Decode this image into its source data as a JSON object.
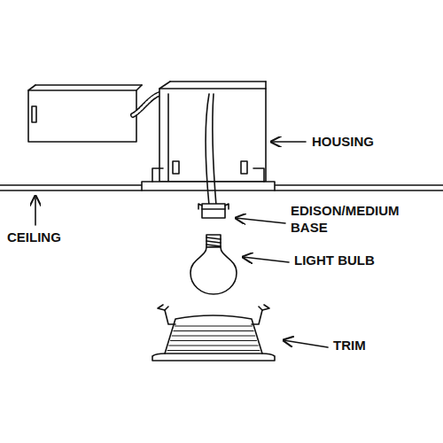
{
  "diagram": {
    "labels": [
      "HOUSING",
      "EDISON/MEDIUM BASE",
      "CEILING",
      "LIGHT BULB",
      "TRIM"
    ]
  }
}
